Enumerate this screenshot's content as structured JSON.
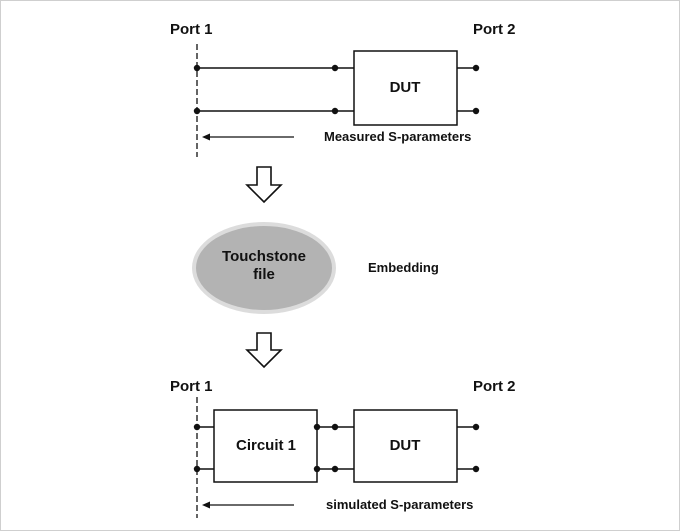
{
  "top": {
    "port1_label": "Port 1",
    "port2_label": "Port 2",
    "dut_label": "DUT",
    "caption": "Measured S-parameters"
  },
  "middle": {
    "file_label_line1": "Touchstone",
    "file_label_line2": "file",
    "process_label": "Embedding"
  },
  "bottom": {
    "port1_label": "Port 1",
    "port2_label": "Port 2",
    "circuit_label": "Circuit 1",
    "dut_label": "DUT",
    "caption": "simulated S-parameters"
  },
  "colors": {
    "line": "#111111",
    "ellipse_fill": "#b3b3b3",
    "ellipse_rim": "#dcdcdc",
    "frame": "#cfcfcf"
  }
}
